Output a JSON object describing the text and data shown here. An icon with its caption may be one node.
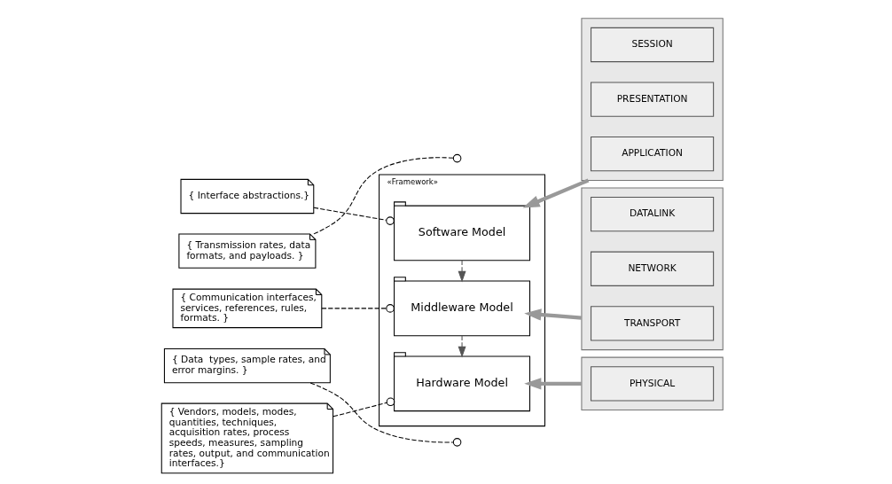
{
  "diagram": {
    "nodes": [
      {
        "text": [
          "«Framework»"
        ]
      },
      {
        "text": [
          "Software Model"
        ],
        "in": 0
      },
      {
        "text": [
          "Middleware Model"
        ],
        "in": 0
      },
      {
        "text": [
          "Hardware Model"
        ],
        "in": 0
      },
      {
        "text": [
          "{ Interface abstractions.}"
        ]
      },
      {
        "text": [
          "{ Transmission rates, data formats, and payloads. }"
        ]
      },
      {
        "text": [
          "{ Communication interfaces, services, references, rules, formats. }"
        ]
      },
      {
        "text": [
          "{ Data  types, sample rates, and error margins. }"
        ]
      },
      {
        "text": [
          "{ Vendors, models, modes, quantities, techniques, acquisition rates, process speeds, measures, sampling rates, output, and communication interfaces.}"
        ]
      },
      {
        "text": [],
        "shape": "box"
      },
      {
        "text": [
          "APPLICATION"
        ],
        "in": 9
      },
      {
        "text": [
          "PRESENTATION"
        ],
        "in": 9
      },
      {
        "text": [
          "SESSION"
        ],
        "in": 9
      },
      {
        "text": [],
        "shape": "box"
      },
      {
        "text": [
          "TRANSPORT"
        ],
        "in": 13
      },
      {
        "text": [
          "NETWORK"
        ],
        "in": 13
      },
      {
        "text": [
          "DATALINK"
        ],
        "in": 13
      },
      {
        "text": [],
        "shape": "box"
      },
      {
        "text": [
          "PHYSICAL"
        ],
        "in": 17
      }
    ],
    "edges": [
      {
        "from": 4,
        "to": 1,
        "arrow": "other",
        "style": "dashed"
      },
      {
        "from": 5,
        "to": null,
        "arrow": "other",
        "style": "dashed"
      },
      {
        "from": 6,
        "to": 2,
        "arrow": "other",
        "style": "dashed"
      },
      {
        "from": 7,
        "to": null,
        "arrow": "other",
        "style": "dashed"
      },
      {
        "from": 8,
        "to": 3,
        "arrow": "other",
        "style": "dashed"
      },
      {
        "from": 1,
        "to": 2,
        "arrow": "to",
        "style": "dashed",
        "color": "#555555"
      },
      {
        "from": 2,
        "to": 3,
        "arrow": "to",
        "style": "dashed",
        "color": "#555555"
      },
      {
        "from": 9,
        "to": 1,
        "arrow": "to",
        "style": "thick",
        "color": "#999999"
      },
      {
        "from": 13,
        "to": 2,
        "arrow": "to",
        "style": "thick",
        "color": "#999999"
      },
      {
        "from": 17,
        "to": 3,
        "arrow": "to",
        "style": "thick",
        "color": "#999999"
      }
    ]
  }
}
